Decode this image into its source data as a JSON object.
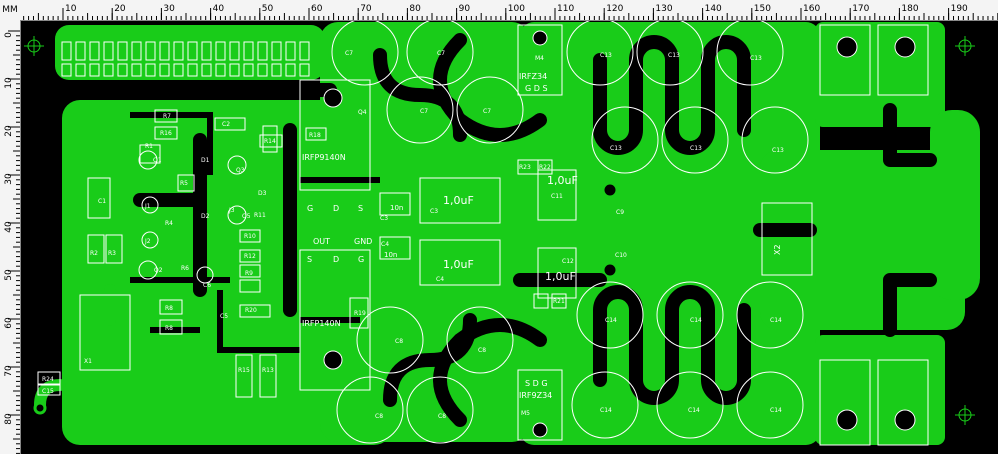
{
  "ruler": {
    "unit_label": "MM",
    "top_ticks": [
      "10",
      "20",
      "30",
      "40",
      "50",
      "60",
      "70",
      "80",
      "90",
      "100",
      "110",
      "120",
      "130",
      "140",
      "150",
      "160",
      "170",
      "180",
      "190"
    ],
    "left_ticks": [
      "0",
      "10",
      "20",
      "30",
      "40",
      "50",
      "60",
      "70",
      "80"
    ]
  },
  "components": {
    "c7": "C7",
    "c8": "C8",
    "c13": "C13",
    "c14": "C14",
    "c1": "C1",
    "c2": "C2",
    "c3": "C3",
    "c4": "C4",
    "c5": "C5",
    "c6": "C6",
    "c9": "C9",
    "c10": "C10",
    "c11": "C11",
    "c12": "C12",
    "c15": "C15",
    "m4": "M4",
    "m5": "M5",
    "q1": "Q1",
    "q2": "Q2",
    "q3": "Q3",
    "q4": "Q4",
    "q5": "Q5",
    "d1": "D1",
    "d2": "D2",
    "d3": "D3",
    "j1": "J1",
    "j2": "J2",
    "j3": "J3",
    "r1": "R1",
    "r2": "R2",
    "r3": "R3",
    "r4": "R4",
    "r5": "R5",
    "r6": "R6",
    "r7": "R7",
    "r8": "R8",
    "r9": "R9",
    "r10": "R10",
    "r11": "R11",
    "r12": "R12",
    "r13": "R13",
    "r14": "R14",
    "r15": "R15",
    "r16": "R16",
    "r18": "R18",
    "r19": "R19",
    "r20": "R20",
    "r21": "R21",
    "r22": "R22",
    "r23": "R23",
    "r24": "R24",
    "x1": "X1",
    "x2": "X2"
  },
  "labels": {
    "irfz34": "IRFZ34",
    "irf9z34": "IRF9Z34",
    "irfp9140n": "IRFP9140N",
    "irfp140n": "IRFP140N",
    "gds_top": "G D S",
    "sdg_bottom": "S D G",
    "out": "OUT",
    "gnd": "GND",
    "g": "G",
    "d": "D",
    "s": "S",
    "cap_1uf": "1,0uF",
    "cap_10n": "10n",
    "cap_1uf_alt": "1,0uF"
  },
  "colors": {
    "copper": "#19cc19",
    "background": "#000000",
    "silkscreen": "#ffffff",
    "ruler_bg": "#f4f4f4"
  }
}
